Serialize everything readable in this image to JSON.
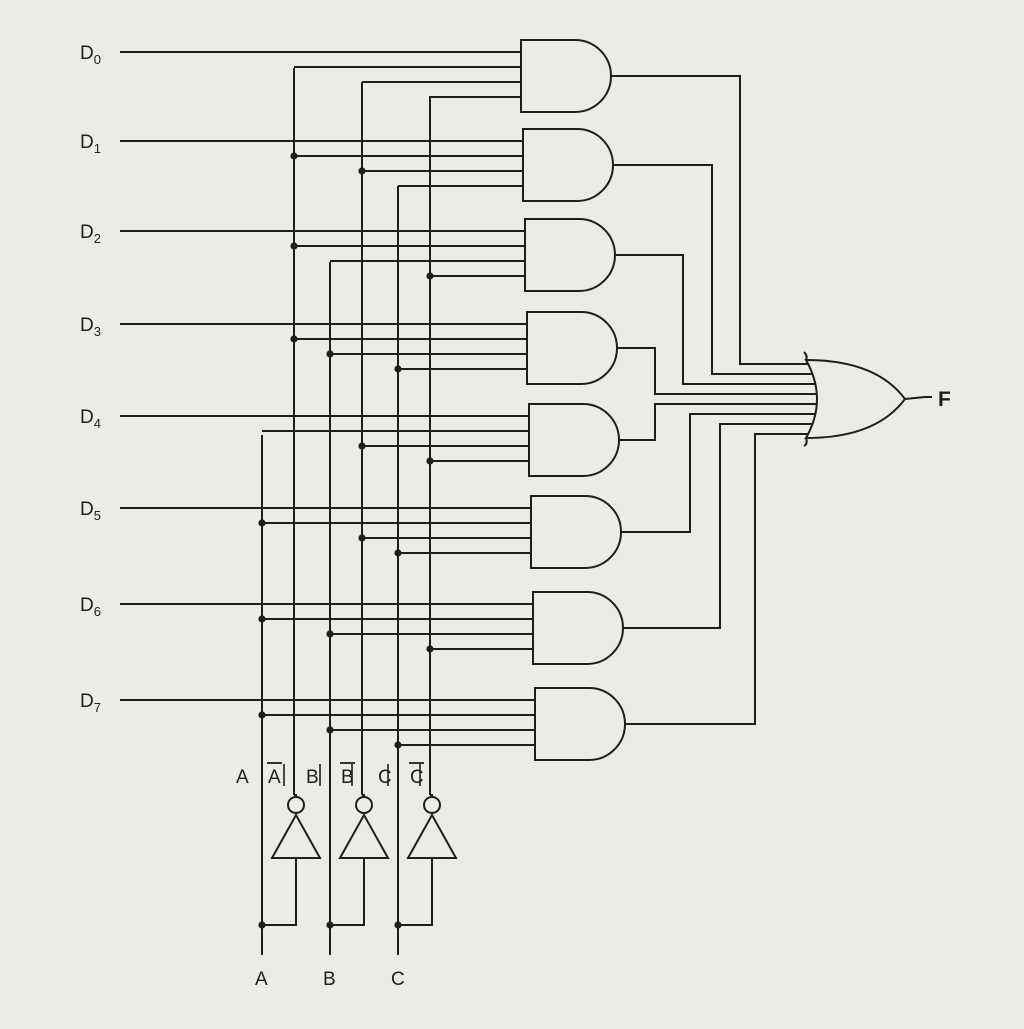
{
  "diagram": {
    "data_inputs": [
      {
        "base": "D",
        "sub": "0"
      },
      {
        "base": "D",
        "sub": "1"
      },
      {
        "base": "D",
        "sub": "2"
      },
      {
        "base": "D",
        "sub": "3"
      },
      {
        "base": "D",
        "sub": "4"
      },
      {
        "base": "D",
        "sub": "5"
      },
      {
        "base": "D",
        "sub": "6"
      },
      {
        "base": "D",
        "sub": "7"
      }
    ],
    "select_inputs": [
      "A",
      "B",
      "C"
    ],
    "rail_labels": [
      "A",
      "A",
      "B",
      "B",
      "C",
      "C"
    ],
    "output_label": "F"
  }
}
